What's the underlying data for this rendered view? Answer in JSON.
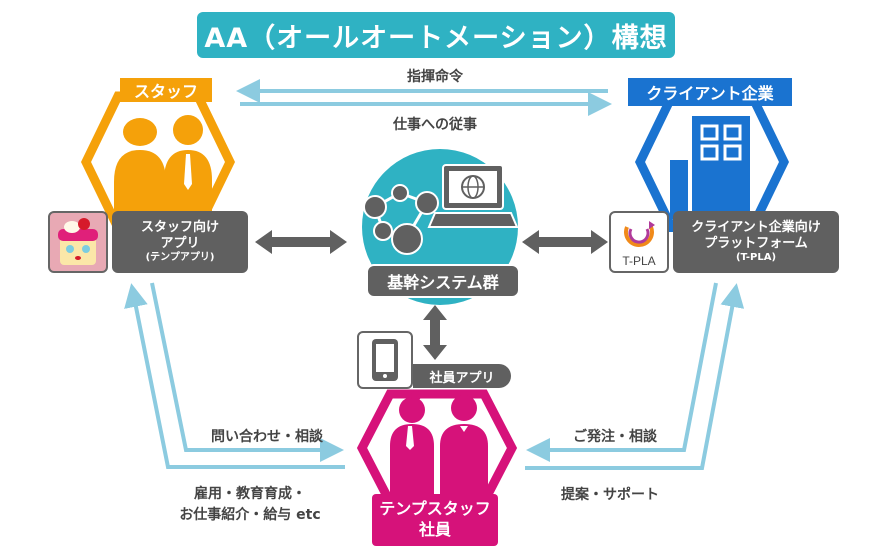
{
  "title": "AA（オールオートメーション）構想",
  "colors": {
    "teal": "#2fb2c3",
    "orange": "#f5a10a",
    "blue": "#1a73d0",
    "magenta": "#d6127a",
    "gray": "#606060",
    "arrow_light_blue": "#8ccbe0"
  },
  "staff": {
    "tag": "スタッフ",
    "app_line1": "スタッフ向け",
    "app_line2": "アプリ",
    "app_line3": "(テンプアプリ)",
    "app_icon": "cake-mascot-icon"
  },
  "client": {
    "tag": "クライアント企業",
    "platform_line1": "クライアント企業向け",
    "platform_line2": "プラットフォーム",
    "platform_line3": "(T-PLA)",
    "logo_text": "T-PLA"
  },
  "core": {
    "label": "基幹システム群"
  },
  "employee": {
    "app_label": "社員アプリ",
    "tag_line1": "テンプスタッフ",
    "tag_line2": "社員"
  },
  "flows": {
    "command": "指揮命令",
    "work": "仕事への従事",
    "inquiry": "問い合わせ・相談",
    "employment_line1": "雇用・教育育成・",
    "employment_line2": "お仕事紹介・給与 etc",
    "order": "ご発注・相談",
    "proposal": "提案・サポート"
  }
}
